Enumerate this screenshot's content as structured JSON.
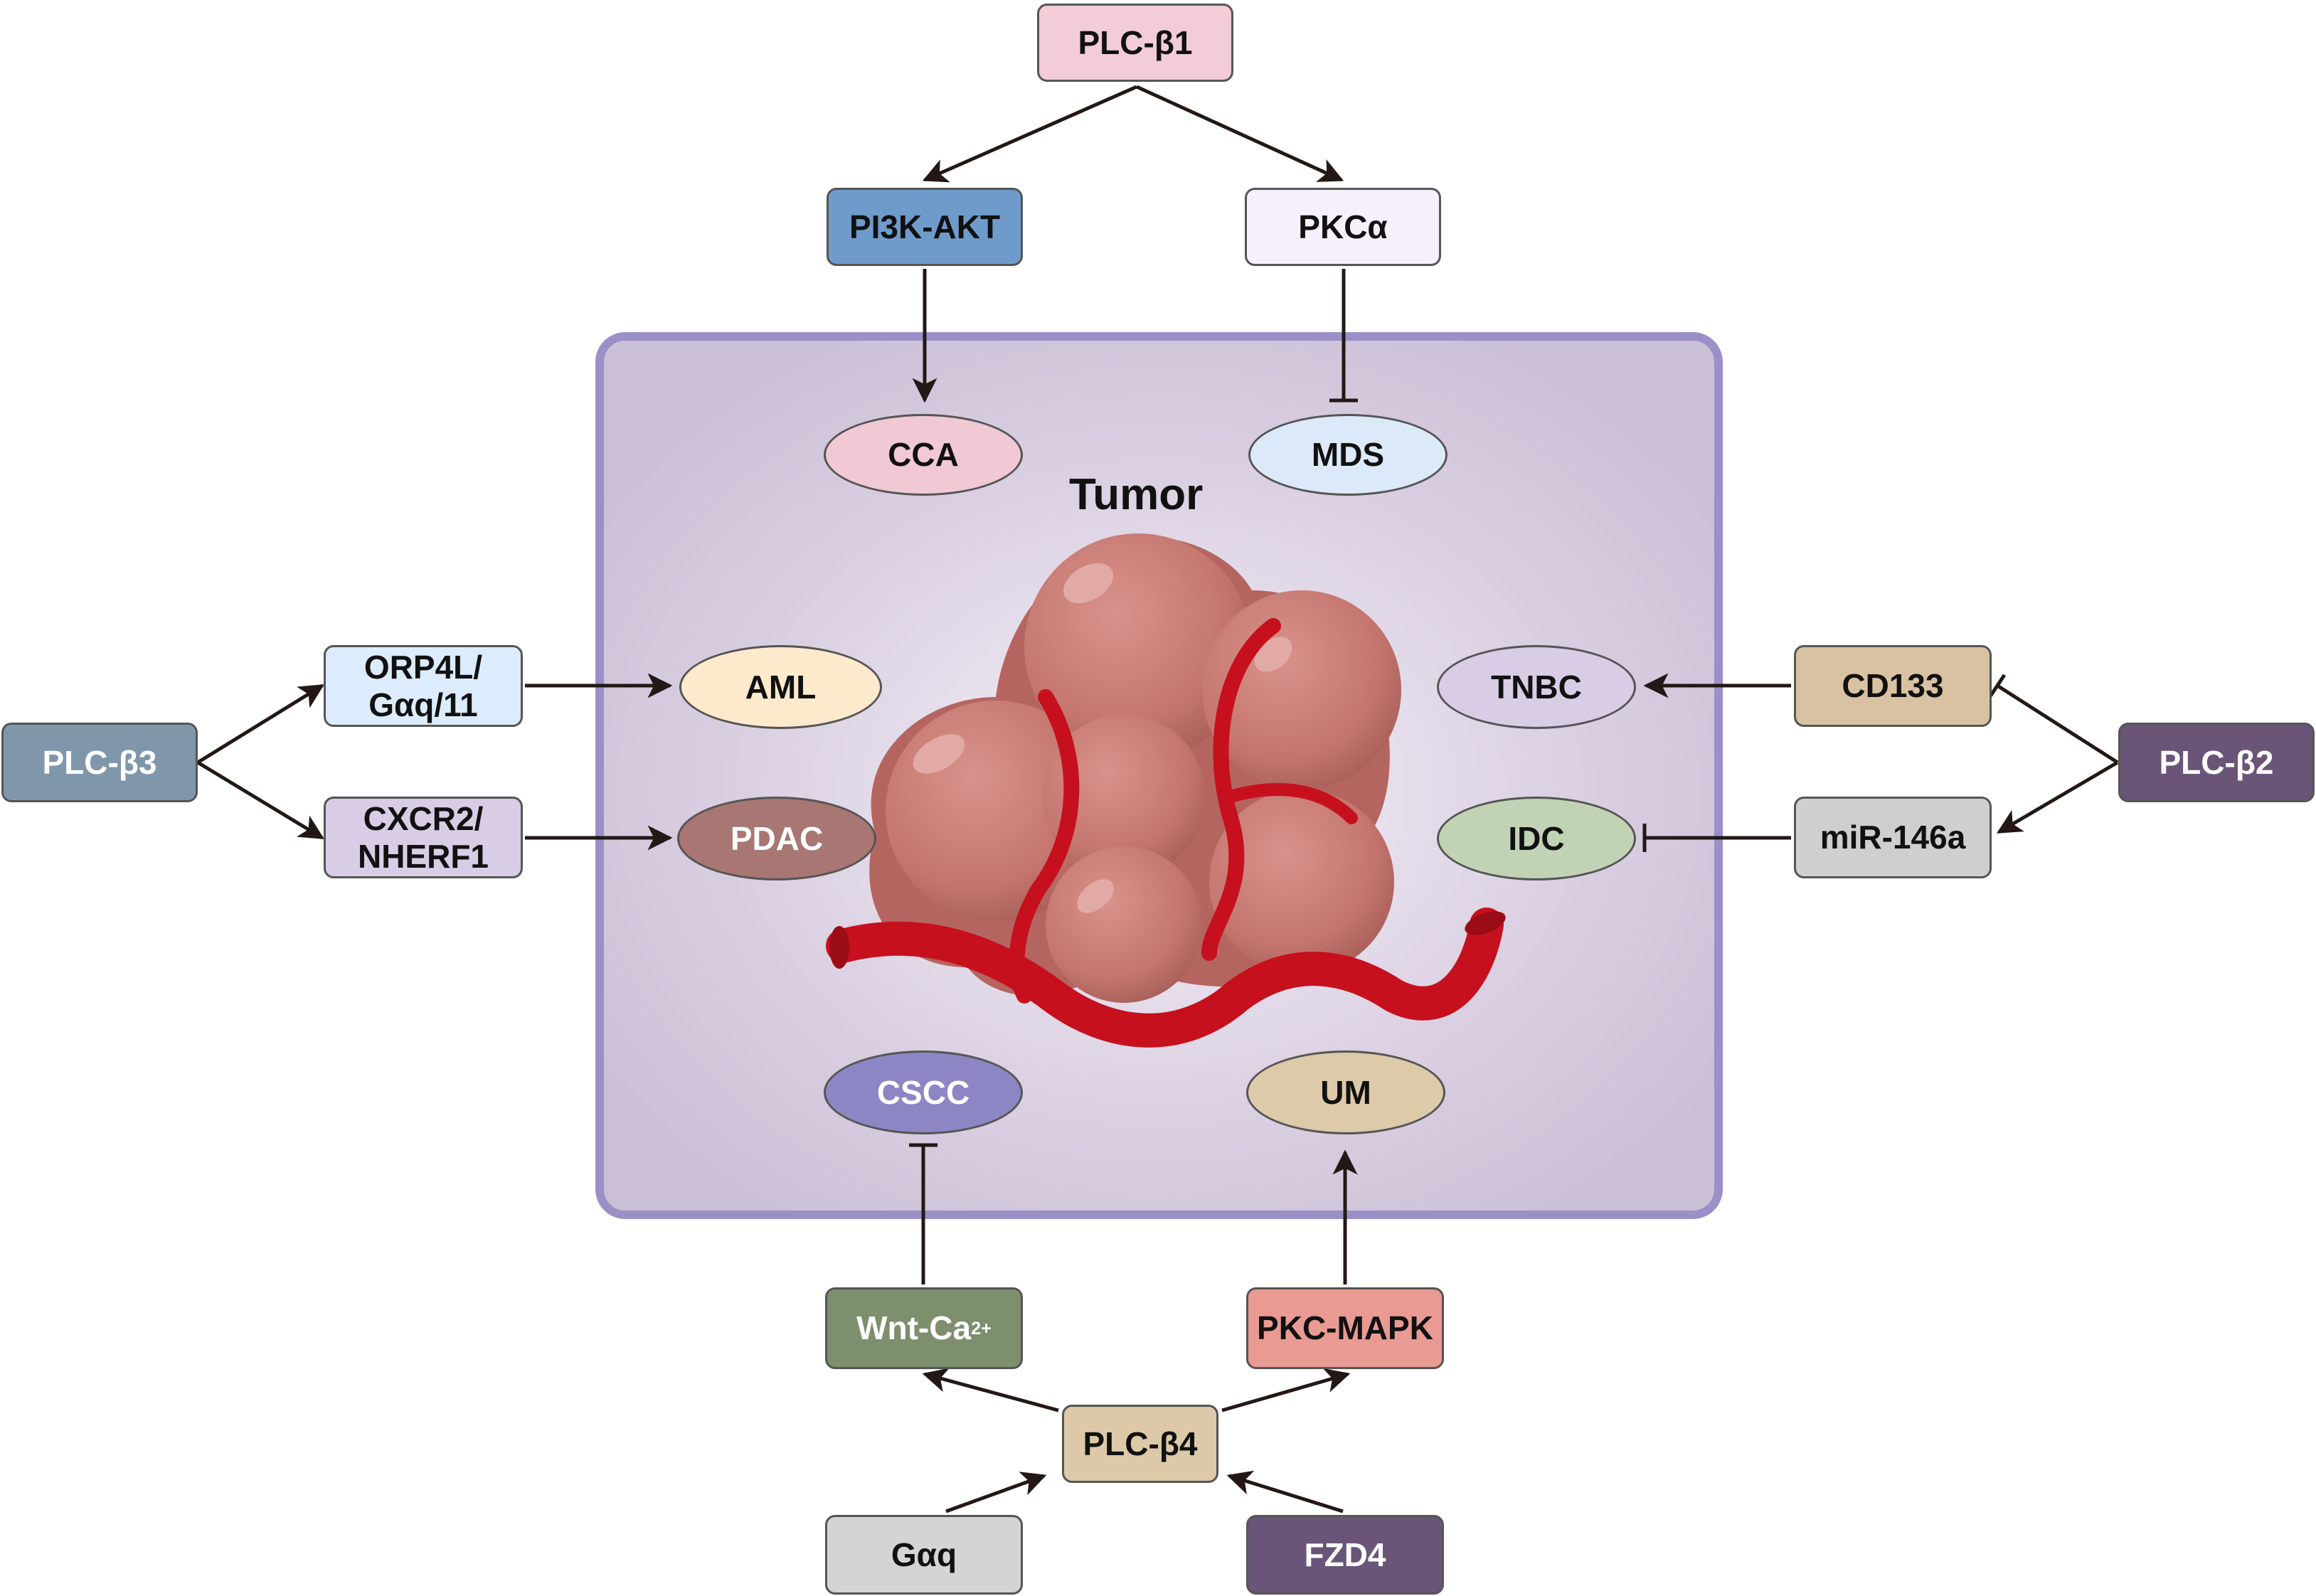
{
  "diagram": {
    "tumor_label": "Tumor",
    "colors": {
      "panel_fill": "#cfc4d9",
      "panel_border": "#9b8fc8",
      "tumor": "#c97a74",
      "vessel": "#c6101e",
      "arrow": "#231815"
    },
    "nodes": {
      "plc_b1": "PLC-β1",
      "pi3k_akt": "PI3K-AKT",
      "pkc_alpha": "PKCα",
      "cca": "CCA",
      "mds": "MDS",
      "plc_b3": "PLC-β3",
      "orp4l_line1": "ORP4L/",
      "orp4l_line2": "Gαq/11",
      "cxcr2_line1": "CXCR2/",
      "cxcr2_line2": "NHERF1",
      "aml": "AML",
      "pdac": "PDAC",
      "plc_b2": "PLC-β2",
      "cd133": "CD133",
      "mir146a": "miR-146a",
      "tnbc": "TNBC",
      "idc": "IDC",
      "cscc": "CSCC",
      "um": "UM",
      "wnt_ca": "Wnt-Ca",
      "wnt_ca_sup": "2+",
      "pkc_mapk": "PKC-MAPK",
      "plc_b4": "PLC-β4",
      "gaq": "Gαq",
      "fzd4": "FZD4"
    }
  }
}
